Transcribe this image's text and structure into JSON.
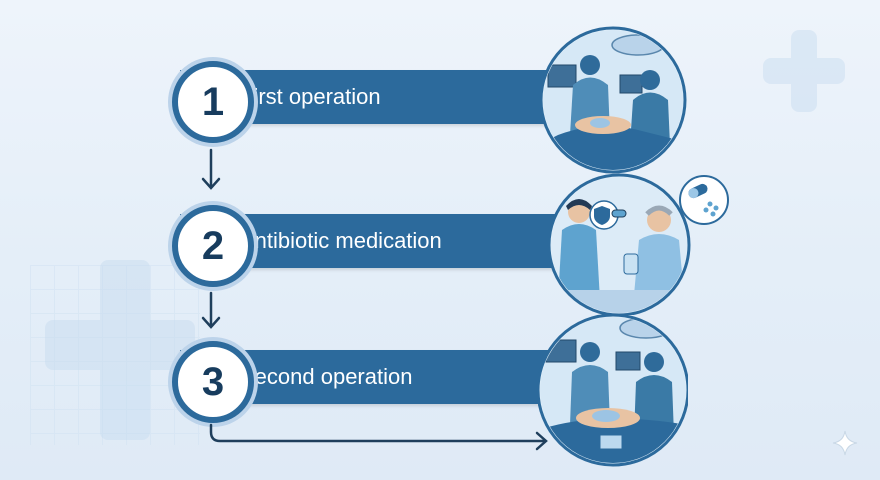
{
  "steps": [
    {
      "number": "1",
      "label": "First operation",
      "scene": "surgery-scene"
    },
    {
      "number": "2",
      "label": "Antibiotic medication",
      "scene": "medication-scene"
    },
    {
      "number": "3",
      "label": "Second operation",
      "scene": "surgery-scene"
    }
  ],
  "colors": {
    "banner": "#2c6a9c",
    "badge_ring": "#2c6a9c",
    "badge_text": "#173c5e",
    "arrow": "#1f3f5c",
    "background": "#e8f1fa"
  },
  "icons": [
    "down-arrow-icon",
    "plus-cross-icon",
    "pill-capsule-icon",
    "shield-icon",
    "sparkle-icon"
  ]
}
